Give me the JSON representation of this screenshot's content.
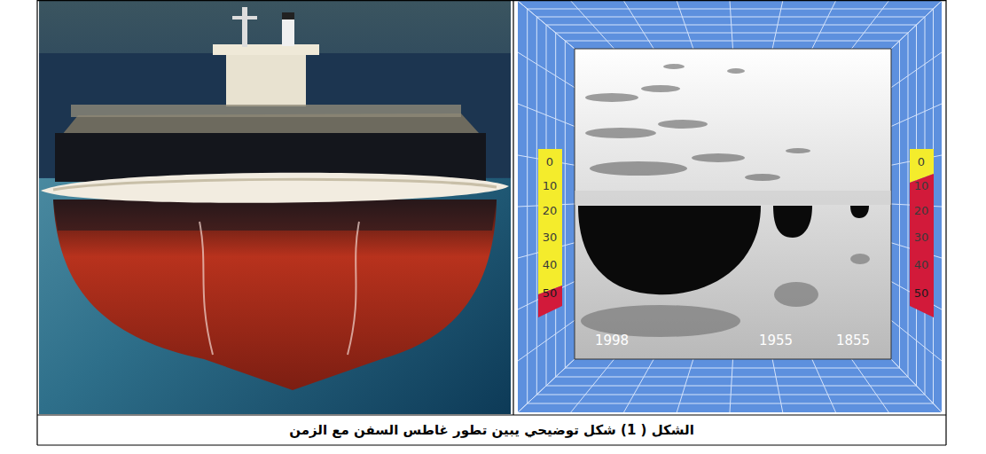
{
  "diagram": {
    "caption": "الشكل ( 1) شكل توضيحي يبين تطور غاطس السفن مع الزمن",
    "labels": [
      "0",
      "10",
      "20",
      "30",
      "40",
      "50",
      "1998",
      "1955",
      "1855",
      "0",
      "10",
      "20",
      "30",
      "40",
      "50"
    ]
  }
}
